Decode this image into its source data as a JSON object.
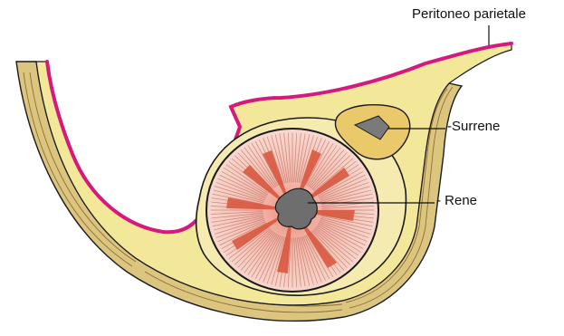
{
  "labels": {
    "peritoneo_parietale": "Peritoneo parietale",
    "surrene": "-Surrene",
    "rene": "- Rene"
  },
  "colors": {
    "fat_yellow": "#f3e79a",
    "peritoneum_magenta": "#d6197c",
    "muscle_tan": "#d9c27a",
    "kidney_pink": "#f6c9c0",
    "medulla_red": "#d9533a",
    "outline": "#1a1a1a"
  }
}
